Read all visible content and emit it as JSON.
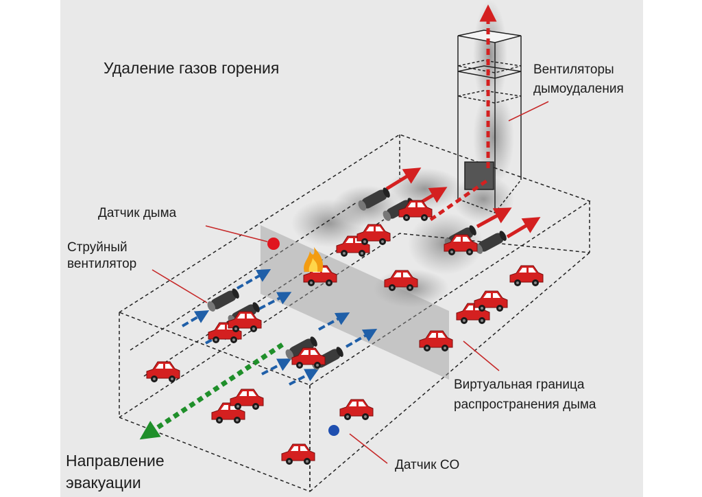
{
  "labels": {
    "title": "Удаление газов горения",
    "exhaust_fans_line1": "Вентиляторы",
    "exhaust_fans_line2": "дымоудаления",
    "smoke_sensor": "Датчик дыма",
    "jet_fan_line1": "Струйный",
    "jet_fan_line2": "вентилятор",
    "virtual_boundary_line1": "Виртуальная граница",
    "virtual_boundary_line2": "распространения дыма",
    "evacuation_line1": "Направление",
    "evacuation_line2": "эвакуации",
    "co_sensor": "Датчик CO"
  },
  "colors": {
    "car": "#d42020",
    "jet_fan": "#3b3b3b",
    "fresh_air_arrow": "#1f5fa8",
    "smoke_arrow": "#d42020",
    "evacuation_arrow": "#1f8f2a",
    "smoke_sensor": "#e0141e",
    "co_sensor": "#1f4fb0",
    "leader_line": "#c62828",
    "smoke_barrier": "#c2c2c2"
  },
  "icons": {
    "fire": "fire-icon",
    "car": "car-icon",
    "fan": "jet-fan-icon"
  }
}
